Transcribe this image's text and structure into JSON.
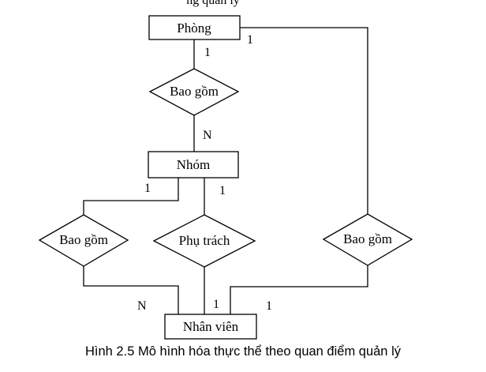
{
  "header_fragment": "ng quản lý",
  "entities": {
    "phong": "Phòng",
    "nhom": "Nhóm",
    "nhan_vien": "Nhân viên"
  },
  "relationships": {
    "bao_gom_top": "Bao gồm",
    "bao_gom_left": "Bao gồm",
    "phu_trach": "Phụ trách",
    "bao_gom_right": "Bao gồm"
  },
  "cardinalities": {
    "phong_to_bao_gom_top": "1",
    "phong_to_bao_gom_right": "1",
    "bao_gom_top_to_nhom": "N",
    "nhom_to_bao_gom_left": "1",
    "nhom_to_phu_trach": "1",
    "bao_gom_left_to_nhan_vien": "N",
    "phu_trach_to_nhan_vien": "1",
    "bao_gom_right_to_nhan_vien": "1"
  },
  "caption": "Hình 2.5   Mô hình hóa thực thể  theo quan điểm quản lý"
}
